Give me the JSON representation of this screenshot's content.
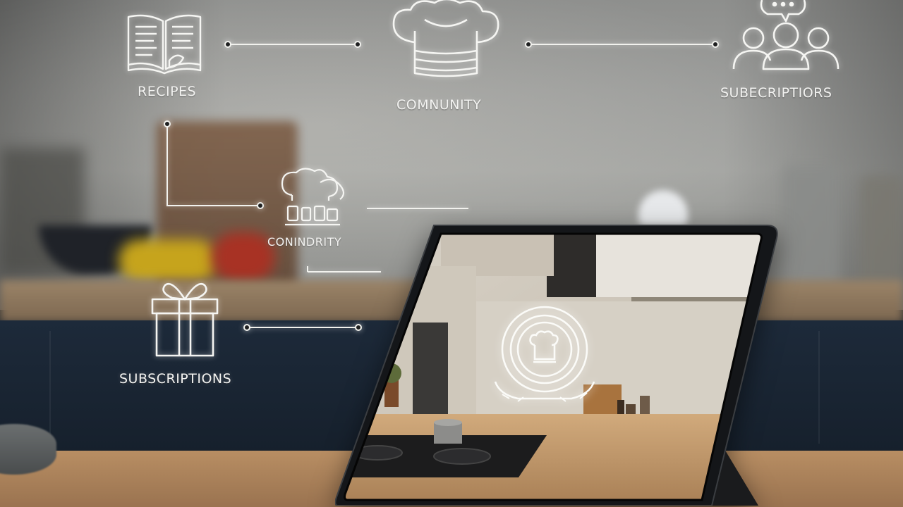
{
  "labels": {
    "recipes": "RECIPES",
    "community_top": "COMNUNITY",
    "subscriptions_top": "SUBECRIPTIORS",
    "community_mid": "CONINDRITY",
    "subscriptions_bottom": "SUBSCRIPTIONS"
  },
  "icons": {
    "recipes": "open-book-icon",
    "community_top": "chef-hat-icon",
    "subscriptions_top": "people-chat-icon",
    "community_mid": "chef-group-icon",
    "subscriptions_bottom": "gift-box-icon",
    "tablet_screen": "chef-badge-icon"
  },
  "colors": {
    "overlay_line": "#f2f2ee",
    "tablet_frame": "#15171a"
  }
}
